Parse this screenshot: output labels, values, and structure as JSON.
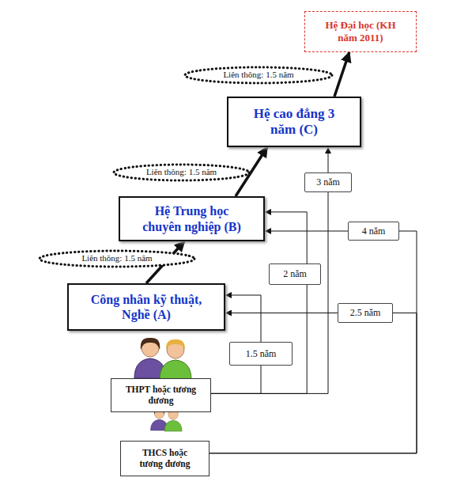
{
  "diagram": {
    "nodes": [
      {
        "text": [
          "Hệ Đại học (KH năm 2011)"
        ]
      },
      {
        "text": [
          "Liên thông: 1.5 năm"
        ]
      },
      {
        "text": [
          "Hệ cao đẳng 3 năm (C)"
        ]
      },
      {
        "text": [
          "Liên thông: 1.5 năm"
        ]
      },
      {
        "text": [
          "3 năm"
        ]
      },
      {
        "text": [
          "Hệ Trung học chuyên nghiệp (B)"
        ]
      },
      {
        "text": [
          "4 năm"
        ]
      },
      {
        "text": [
          "Liên thông: 1.5 năm"
        ]
      },
      {
        "text": [
          "2 năm"
        ]
      },
      {
        "text": [
          "Công nhân kỹ thuật, Nghề (A)"
        ]
      },
      {
        "text": [
          "2.5 năm"
        ]
      },
      {
        "text": [
          "1.5 năm"
        ]
      },
      {
        "text": [
          "THPT hoặc tương đương"
        ]
      },
      {
        "text": [
          "THCS hoặc tương đương"
        ]
      }
    ],
    "edges": [
      {
        "from": 9,
        "to": 5,
        "arrow": "to"
      },
      {
        "from": 5,
        "to": 2,
        "arrow": "to"
      },
      {
        "from": 2,
        "to": 0,
        "arrow": "to"
      },
      {
        "from": 12,
        "to": 4,
        "arrow": "none"
      },
      {
        "from": 4,
        "to": 2,
        "arrow": "to"
      },
      {
        "from": 12,
        "to": 8,
        "arrow": "none"
      },
      {
        "from": 8,
        "to": 5,
        "arrow": "to"
      },
      {
        "from": 12,
        "to": 11,
        "arrow": "none"
      },
      {
        "from": 11,
        "to": 9,
        "arrow": "to"
      },
      {
        "from": 13,
        "to": 6,
        "arrow": "none"
      },
      {
        "from": 6,
        "to": 5,
        "arrow": "to"
      },
      {
        "from": 13,
        "to": 10,
        "arrow": "none"
      },
      {
        "from": 10,
        "to": 9,
        "arrow": "to"
      }
    ]
  }
}
